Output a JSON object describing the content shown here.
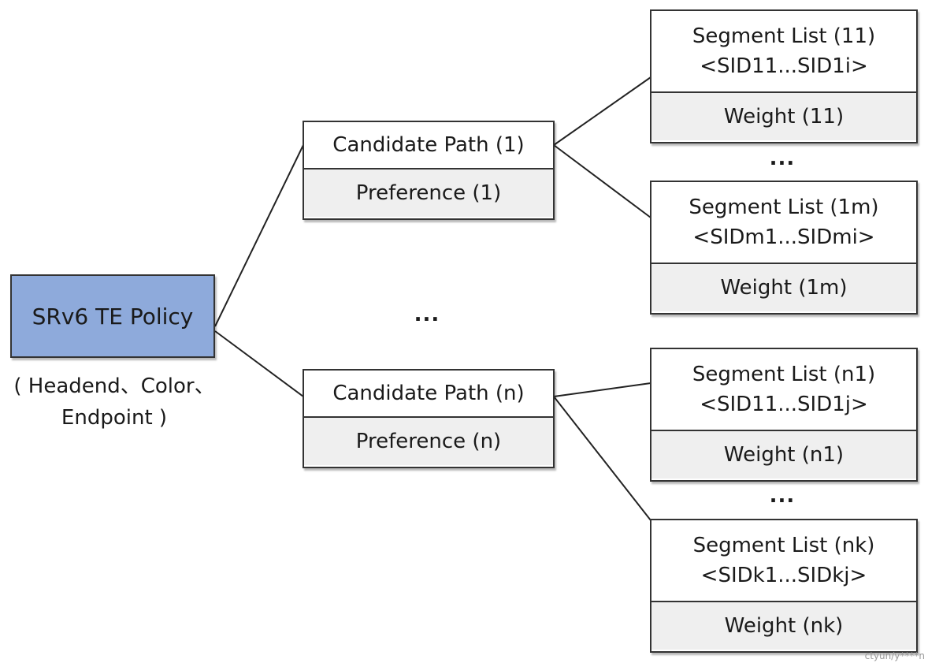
{
  "policy": {
    "label": "SRv6 TE Policy",
    "caption_line1": "( Headend、Color、",
    "caption_line2": "Endpoint )",
    "fill_color": "#8eaadb"
  },
  "candidate_paths": [
    {
      "name": "Candidate Path (1)",
      "preference": "Preference (1)"
    },
    {
      "name": "Candidate Path (n)",
      "preference": "Preference (n)"
    }
  ],
  "segment_lists": [
    {
      "name": "Segment List (11)",
      "sids": "<SID11...SID1i>",
      "weight": "Weight (11)"
    },
    {
      "name": "Segment List (1m)",
      "sids": "<SIDm1...SIDmi>",
      "weight": "Weight (1m)"
    },
    {
      "name": "Segment List (n1)",
      "sids": "<SID11...SID1j>",
      "weight": "Weight (n1)"
    },
    {
      "name": "Segment List (nk)",
      "sids": "<SIDk1...SIDkj>",
      "weight": "Weight (nk)"
    }
  ],
  "ellipsis": "...",
  "watermark": "ctyun/y****n"
}
